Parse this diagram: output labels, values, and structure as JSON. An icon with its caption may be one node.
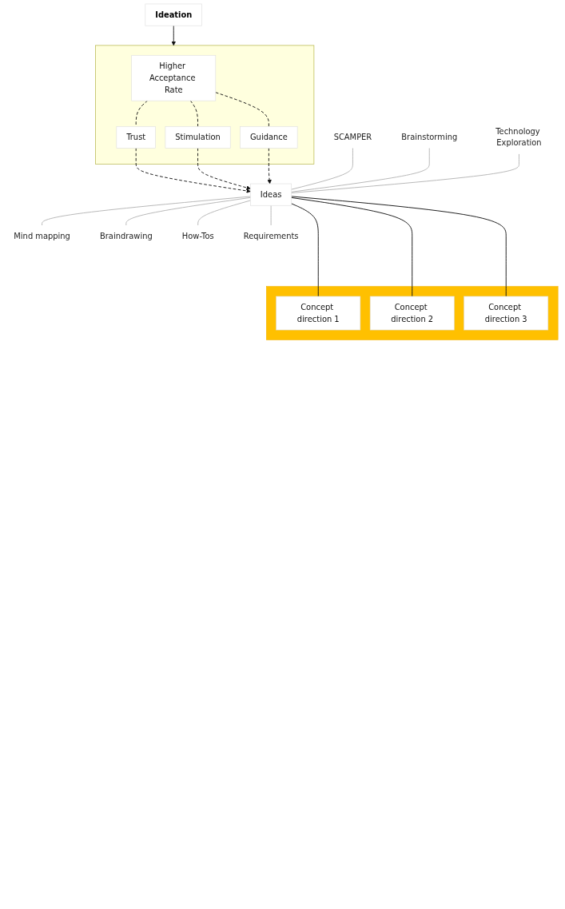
{
  "diagram": {
    "nodes": [
      {
        "text": [
          "Ideation"
        ]
      },
      {
        "text": [],
        "shape": "box"
      },
      {
        "text": [
          "Higher Acceptance Rate"
        ],
        "in": 1
      },
      {
        "text": [
          "Trust"
        ],
        "in": 1
      },
      {
        "text": [
          "Stimulation"
        ],
        "in": 1
      },
      {
        "text": [
          "Guidance"
        ],
        "in": 1
      },
      {
        "text": [
          "Ideas"
        ]
      },
      {
        "text": [
          "SCAMPER"
        ]
      },
      {
        "text": [
          "Brainstorming"
        ]
      },
      {
        "text": [
          "Technology Exploration"
        ]
      },
      {
        "text": [
          "Mind mapping"
        ]
      },
      {
        "text": [
          "Braindrawing"
        ]
      },
      {
        "text": [
          "How-Tos"
        ]
      },
      {
        "text": [
          "Requirements"
        ]
      },
      {
        "text": [],
        "shape": "box"
      },
      {
        "text": [
          "Concept direction 1"
        ],
        "in": 14
      },
      {
        "text": [
          "Concept direction 2"
        ],
        "in": 14
      },
      {
        "text": [
          "Concept direction 3"
        ],
        "in": 14
      }
    ],
    "edges": [
      {
        "from": 0,
        "to": 1,
        "arrow": "to"
      },
      {
        "from": 2,
        "to": 3,
        "arrow": "none",
        "style": "dashed"
      },
      {
        "from": 2,
        "to": 4,
        "arrow": "none",
        "style": "dashed"
      },
      {
        "from": 2,
        "to": 5,
        "arrow": "none",
        "style": "dashed"
      },
      {
        "from": 3,
        "to": 6,
        "arrow": "to",
        "style": "dashed"
      },
      {
        "from": 4,
        "to": 6,
        "arrow": "to",
        "style": "dashed"
      },
      {
        "from": 5,
        "to": 6,
        "arrow": "to",
        "style": "dashed"
      },
      {
        "from": 7,
        "to": 6,
        "arrow": "none",
        "color": "#b3b3b3"
      },
      {
        "from": 8,
        "to": 6,
        "arrow": "none",
        "color": "#b3b3b3"
      },
      {
        "from": 9,
        "to": 6,
        "arrow": "none",
        "color": "#b3b3b3"
      },
      {
        "from": 10,
        "to": 6,
        "arrow": "none",
        "color": "#b3b3b3"
      },
      {
        "from": 11,
        "to": 6,
        "arrow": "none",
        "color": "#b3b3b3"
      },
      {
        "from": 12,
        "to": 6,
        "arrow": "none",
        "color": "#b3b3b3"
      },
      {
        "from": 13,
        "to": 6,
        "arrow": "none",
        "color": "#b3b3b3"
      },
      {
        "from": 6,
        "to": 15,
        "arrow": "none"
      },
      {
        "from": 6,
        "to": 16,
        "arrow": "none"
      },
      {
        "from": 6,
        "to": 17,
        "arrow": "none"
      }
    ]
  }
}
